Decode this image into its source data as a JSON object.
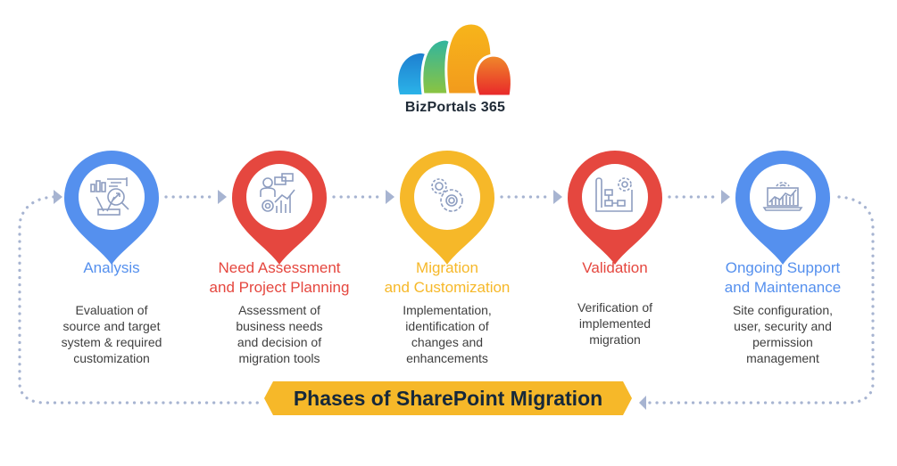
{
  "brand": {
    "name": "BizPortals 365",
    "logo_colors": [
      "#1e8fd6",
      "#7cc04a",
      "#f6b21b",
      "#ef5a27"
    ]
  },
  "colors": {
    "blue": "#5590ee",
    "red": "#e5473f",
    "yellow": "#f6b829",
    "connector": "#a7b4d1",
    "icon_stroke": "#8d9dc0",
    "description_text": "#3f3f3f",
    "banner_text": "#16283a"
  },
  "phases": [
    {
      "icon": "analysis-chart-magnifier-icon",
      "color": "#5590ee",
      "title_line1": "Analysis",
      "title_line2": "",
      "description": [
        "Evaluation of",
        "source and target",
        "system & required",
        "customization"
      ]
    },
    {
      "icon": "person-chat-gear-chart-icon",
      "color": "#e5473f",
      "title_line1": "Need Assessment",
      "title_line2": "and Project Planning",
      "description": [
        "Assessment of",
        "business needs",
        "and decision of",
        "migration tools"
      ]
    },
    {
      "icon": "gears-icon",
      "color": "#f6b829",
      "title_line1": "Migration",
      "title_line2": "and Customization",
      "description": [
        "Implementation,",
        "identification of",
        "changes and",
        "enhancements"
      ]
    },
    {
      "icon": "blueprint-gear-icon",
      "color": "#e5473f",
      "title_line1": "Validation",
      "title_line2": "",
      "description": [
        "Verification of",
        "implemented",
        "migration"
      ]
    },
    {
      "icon": "laptop-chart-gear-icon",
      "color": "#5590ee",
      "title_line1": "Ongoing Support",
      "title_line2": "and Maintenance",
      "description": [
        "Site configuration,",
        "user, security and",
        "permission",
        "management"
      ]
    }
  ],
  "banner": {
    "title": "Phases of SharePoint Migration",
    "color": "#f6b829"
  }
}
